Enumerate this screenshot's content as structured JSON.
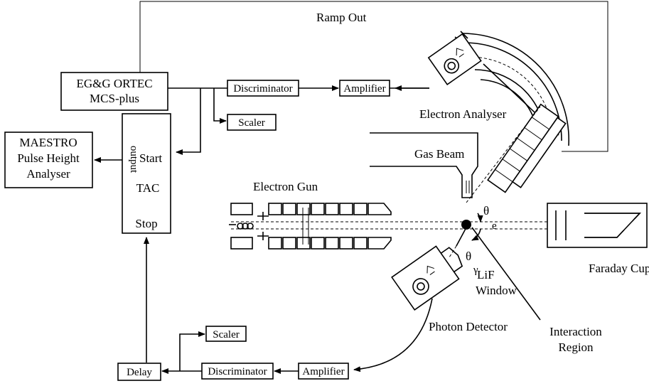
{
  "labels": {
    "ramp_out": "Ramp Out",
    "egg_line1": "EG&G ORTEC",
    "egg_line2": "MCS-plus",
    "discriminator_top": "Discriminator",
    "amplifier_top": "Amplifier",
    "scaler_top": "Scaler",
    "electron_analyser": "Electron Analyser",
    "maestro_line1": "MAESTRO",
    "maestro_line2": "Pulse Height",
    "maestro_line3": "Analyser",
    "output": "output",
    "start": "Start",
    "tac": "TAC",
    "stop": "Stop",
    "gas_beam": "Gas Beam",
    "electron_gun": "Electron Gun",
    "theta_e_symbol": "θ",
    "theta_e_sub": "e",
    "theta_g_symbol": "θ",
    "theta_g_sub": "γ",
    "faraday_cup": "Faraday Cup",
    "lif": "LiF",
    "window": "Window",
    "photon_detector": "Photon Detector",
    "interaction_line1": "Interaction",
    "interaction_line2": "Region",
    "scaler_bottom": "Scaler",
    "delay": "Delay",
    "discriminator_bottom": "Discriminator",
    "amplifier_bottom": "Amplifier"
  }
}
